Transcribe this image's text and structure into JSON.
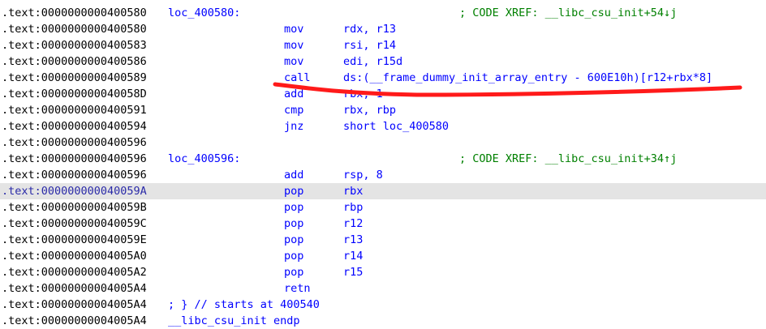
{
  "rows": [
    {
      "addr": ".text:0000000000400580",
      "label": "loc_400580:",
      "comment": "; CODE XREF: __libc_csu_init+54↓j"
    },
    {
      "addr": ".text:0000000000400580",
      "mnemonic": "mov",
      "operands": "rdx, r13"
    },
    {
      "addr": ".text:0000000000400583",
      "mnemonic": "mov",
      "operands": "rsi, r14"
    },
    {
      "addr": ".text:0000000000400586",
      "mnemonic": "mov",
      "operands": "edi, r15d"
    },
    {
      "addr": ".text:0000000000400589",
      "mnemonic": "call",
      "operands": "ds:(__frame_dummy_init_array_entry - 600E10h)[r12+rbx*8]"
    },
    {
      "addr": ".text:000000000040058D",
      "mnemonic": "add",
      "operands": "rbx, 1"
    },
    {
      "addr": ".text:0000000000400591",
      "mnemonic": "cmp",
      "operands": "rbx, rbp"
    },
    {
      "addr": ".text:0000000000400594",
      "mnemonic": "jnz",
      "operands": "short loc_400580"
    },
    {
      "addr": ".text:0000000000400596"
    },
    {
      "addr": ".text:0000000000400596",
      "label": "loc_400596:",
      "comment": "; CODE XREF: __libc_csu_init+34↑j"
    },
    {
      "addr": ".text:0000000000400596",
      "mnemonic": "add",
      "operands": "rsp, 8"
    },
    {
      "addr": ".text:000000000040059A",
      "mnemonic": "pop",
      "operands": "rbx",
      "selected": true
    },
    {
      "addr": ".text:000000000040059B",
      "mnemonic": "pop",
      "operands": "rbp"
    },
    {
      "addr": ".text:000000000040059C",
      "mnemonic": "pop",
      "operands": "r12"
    },
    {
      "addr": ".text:000000000040059E",
      "mnemonic": "pop",
      "operands": "r13"
    },
    {
      "addr": ".text:00000000004005A0",
      "mnemonic": "pop",
      "operands": "r14"
    },
    {
      "addr": ".text:00000000004005A2",
      "mnemonic": "pop",
      "operands": "r15"
    },
    {
      "addr": ".text:00000000004005A4",
      "mnemonic": "retn"
    },
    {
      "addr": ".text:00000000004005A4",
      "extra": "; } // starts at 400540"
    },
    {
      "addr": ".text:00000000004005A4",
      "extra": "__libc_csu_init endp"
    }
  ],
  "colors": {
    "address": "#000000",
    "code": "#0000ff",
    "comment": "#008000",
    "selected_background": "#e4e4e4",
    "annotation": "#ff1a1a"
  },
  "annotation": {
    "kind": "red-hand-drawn-underline",
    "under_row": 4
  }
}
